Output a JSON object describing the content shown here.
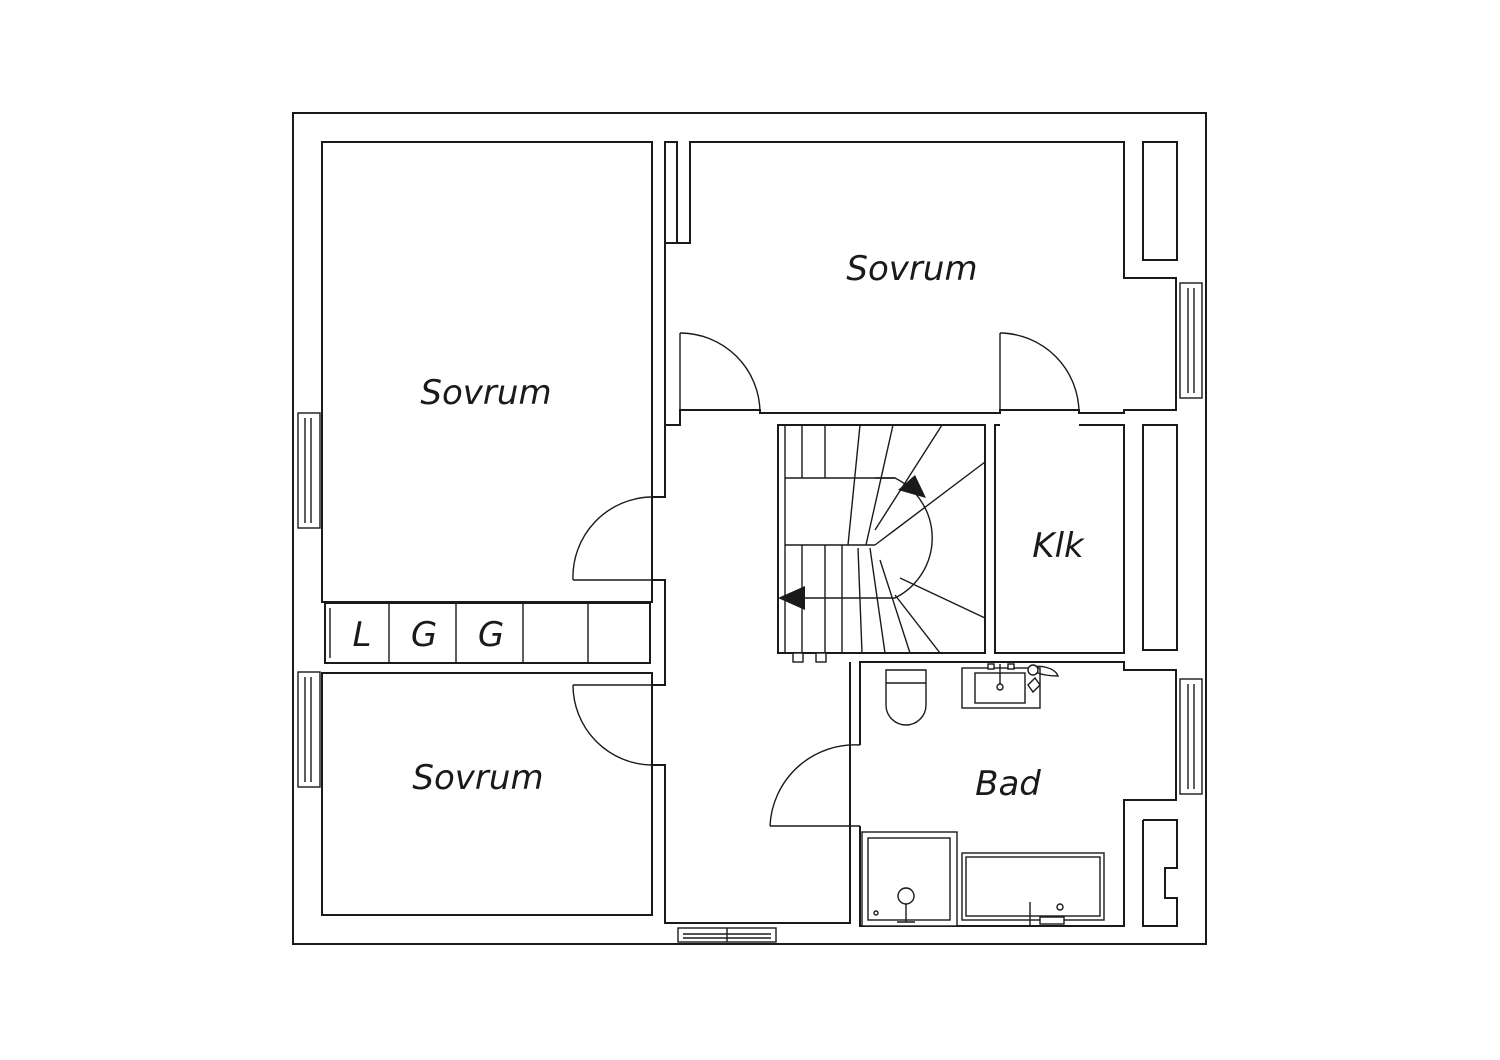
{
  "rooms": {
    "bedroom_left_upper": "Sovrum",
    "bedroom_top_right": "Sovrum",
    "bedroom_left_lower": "Sovrum",
    "closet": "Klk",
    "bathroom": "Bad"
  },
  "storage": {
    "cell_1": "L",
    "cell_2": "G",
    "cell_3": "G"
  }
}
